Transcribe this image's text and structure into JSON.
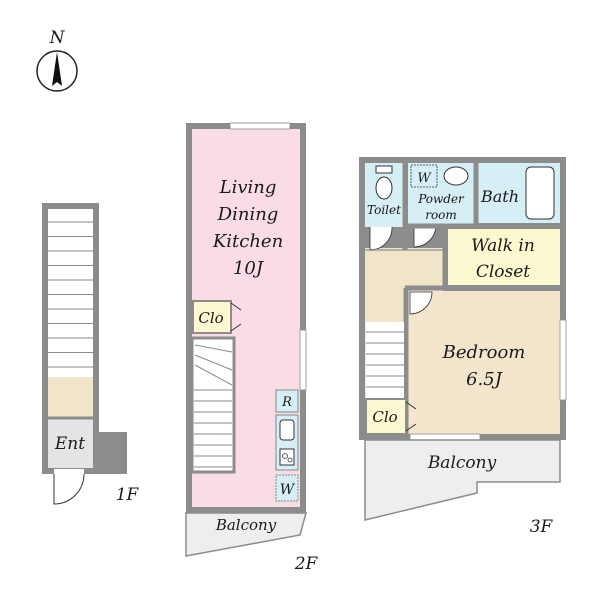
{
  "compass": {
    "label": "N"
  },
  "floors": {
    "f1": {
      "label": "1F",
      "ent": "Ent"
    },
    "f2": {
      "label": "2F",
      "ldk_line1": "Living",
      "ldk_line2": "Dining",
      "ldk_line3": "Kitchen",
      "ldk_size": "10J",
      "clo": "Clo",
      "fridge": "R",
      "washer": "W",
      "balcony": "Balcony"
    },
    "f3": {
      "label": "3F",
      "toilet": "Toilet",
      "washer": "W",
      "powder_line1": "Powder",
      "powder_line2": "room",
      "bath": "Bath",
      "wic_line1": "Walk in",
      "wic_line2": "Closet",
      "bedroom": "Bedroom",
      "bedroom_size": "6.5J",
      "clo": "Clo",
      "balcony": "Balcony"
    }
  },
  "colors": {
    "ldk": "#fadde4",
    "hall": "#f0e4c9",
    "bedroom": "#f3e6cd",
    "wet": "#d6eef5",
    "closet": "#fcf8cf",
    "balcony": "#eeeeee",
    "ent_floor": "#e4e4e4",
    "ent_wall": "#8c8c8c"
  }
}
